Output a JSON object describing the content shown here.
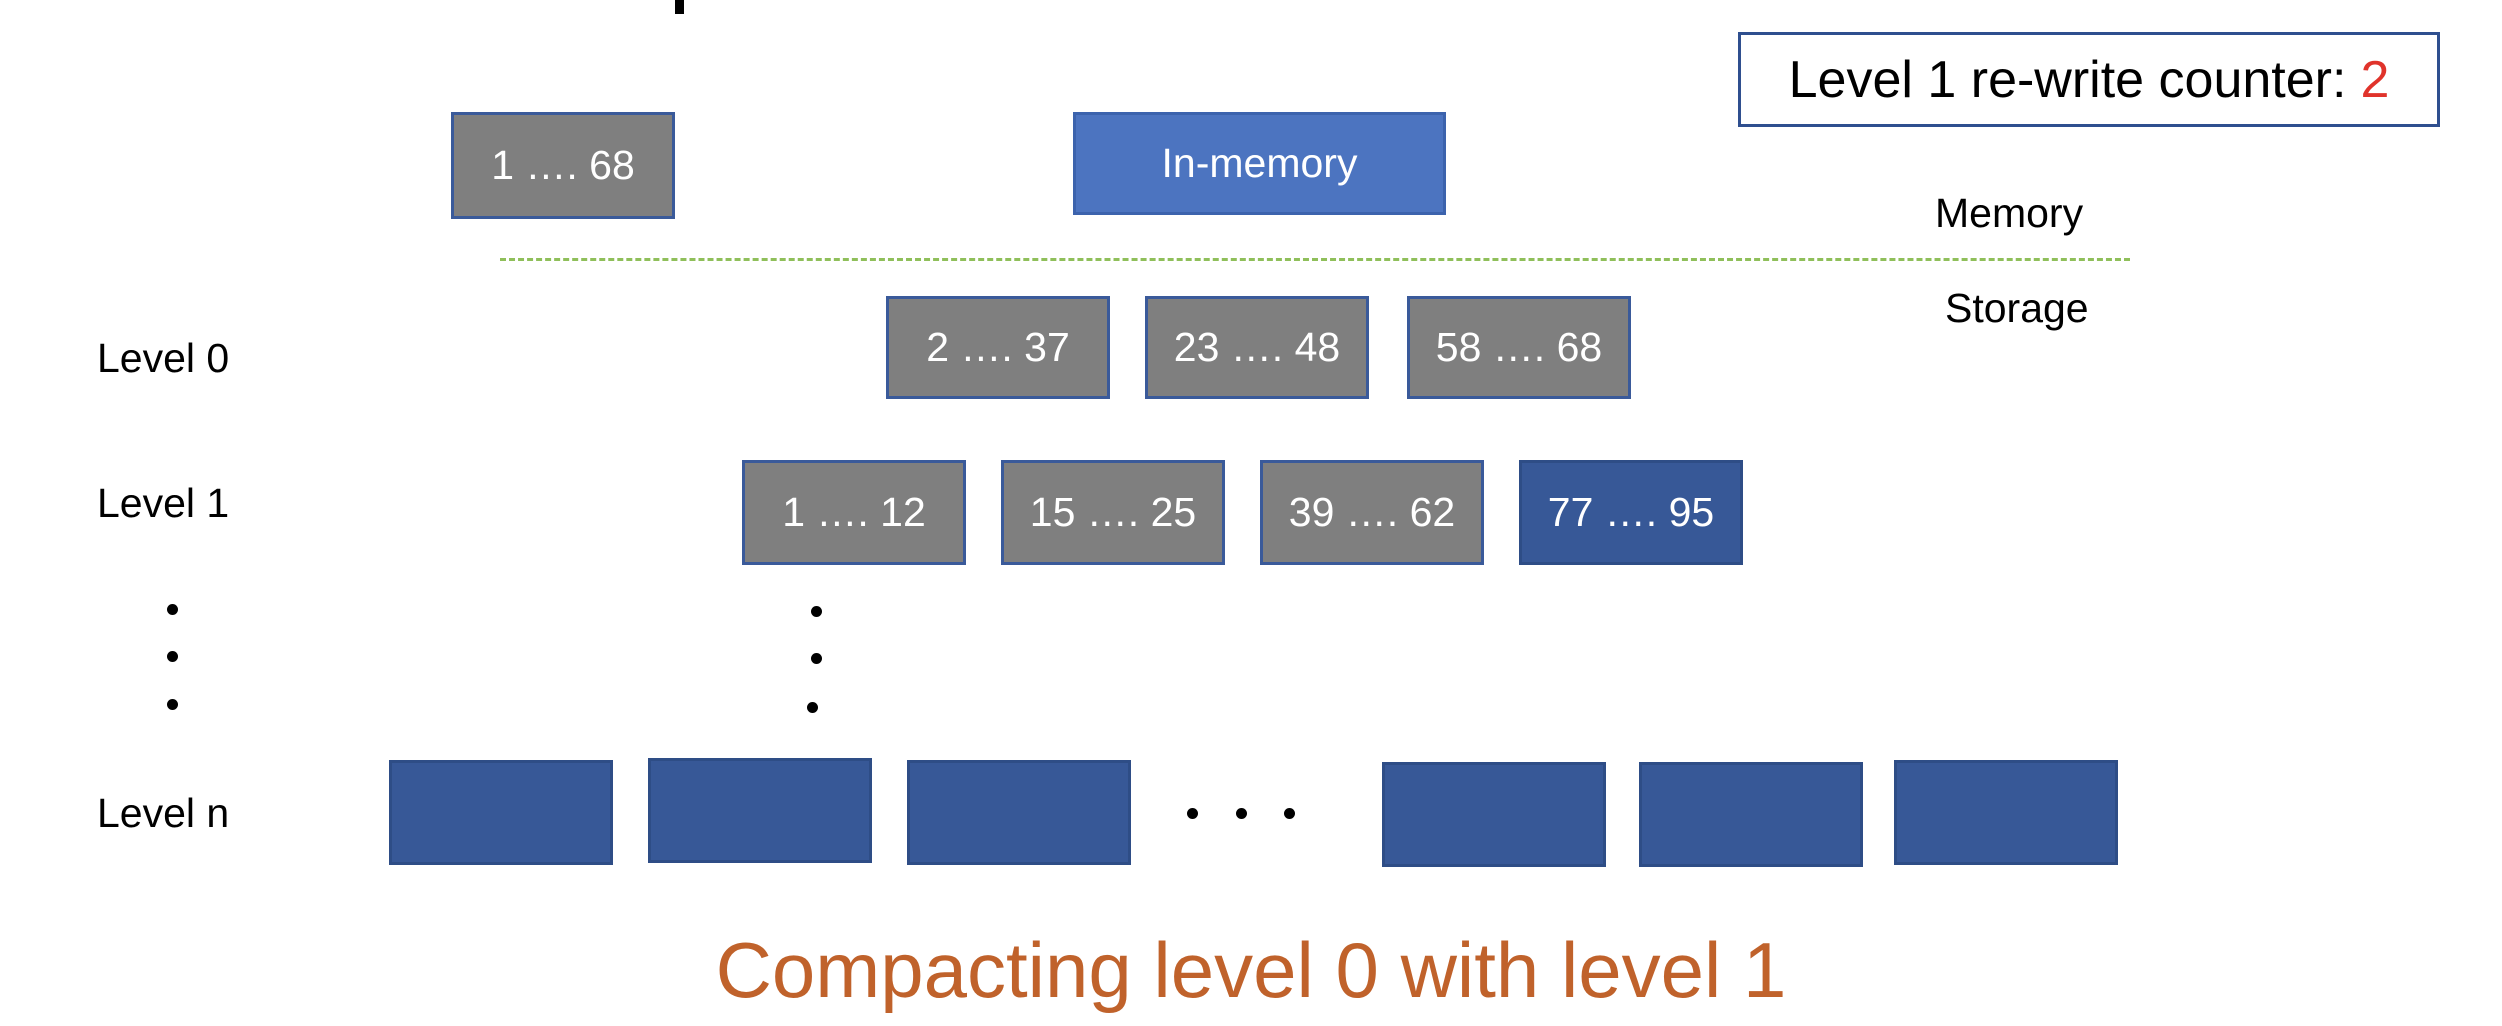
{
  "counter": {
    "label": "Level 1 re-write counter:",
    "value": "2"
  },
  "memory": {
    "flushing_block": "1 …. 68",
    "in_memory_label": "In-memory",
    "memory_label": "Memory",
    "storage_label": "Storage"
  },
  "levels": {
    "level0": {
      "label": "Level 0",
      "blocks": [
        "2 …. 37",
        "23 …. 48",
        "58 …. 68"
      ]
    },
    "level1": {
      "label": "Level 1",
      "blocks": [
        "1 …. 12",
        "15 …. 25",
        "39 …. 62",
        "77 …. 95"
      ]
    },
    "leveln": {
      "label": "Level n",
      "block_count": 6
    }
  },
  "caption": "Compacting level 0 with level 1",
  "colors": {
    "sstable_gray": "#7f7f7f",
    "sstable_navy": "#375897",
    "in_memory_blue": "#4c74c0",
    "caption_orange": "#c0622b",
    "counter_red": "#e0332b",
    "divider_green": "#8fbf5a"
  }
}
